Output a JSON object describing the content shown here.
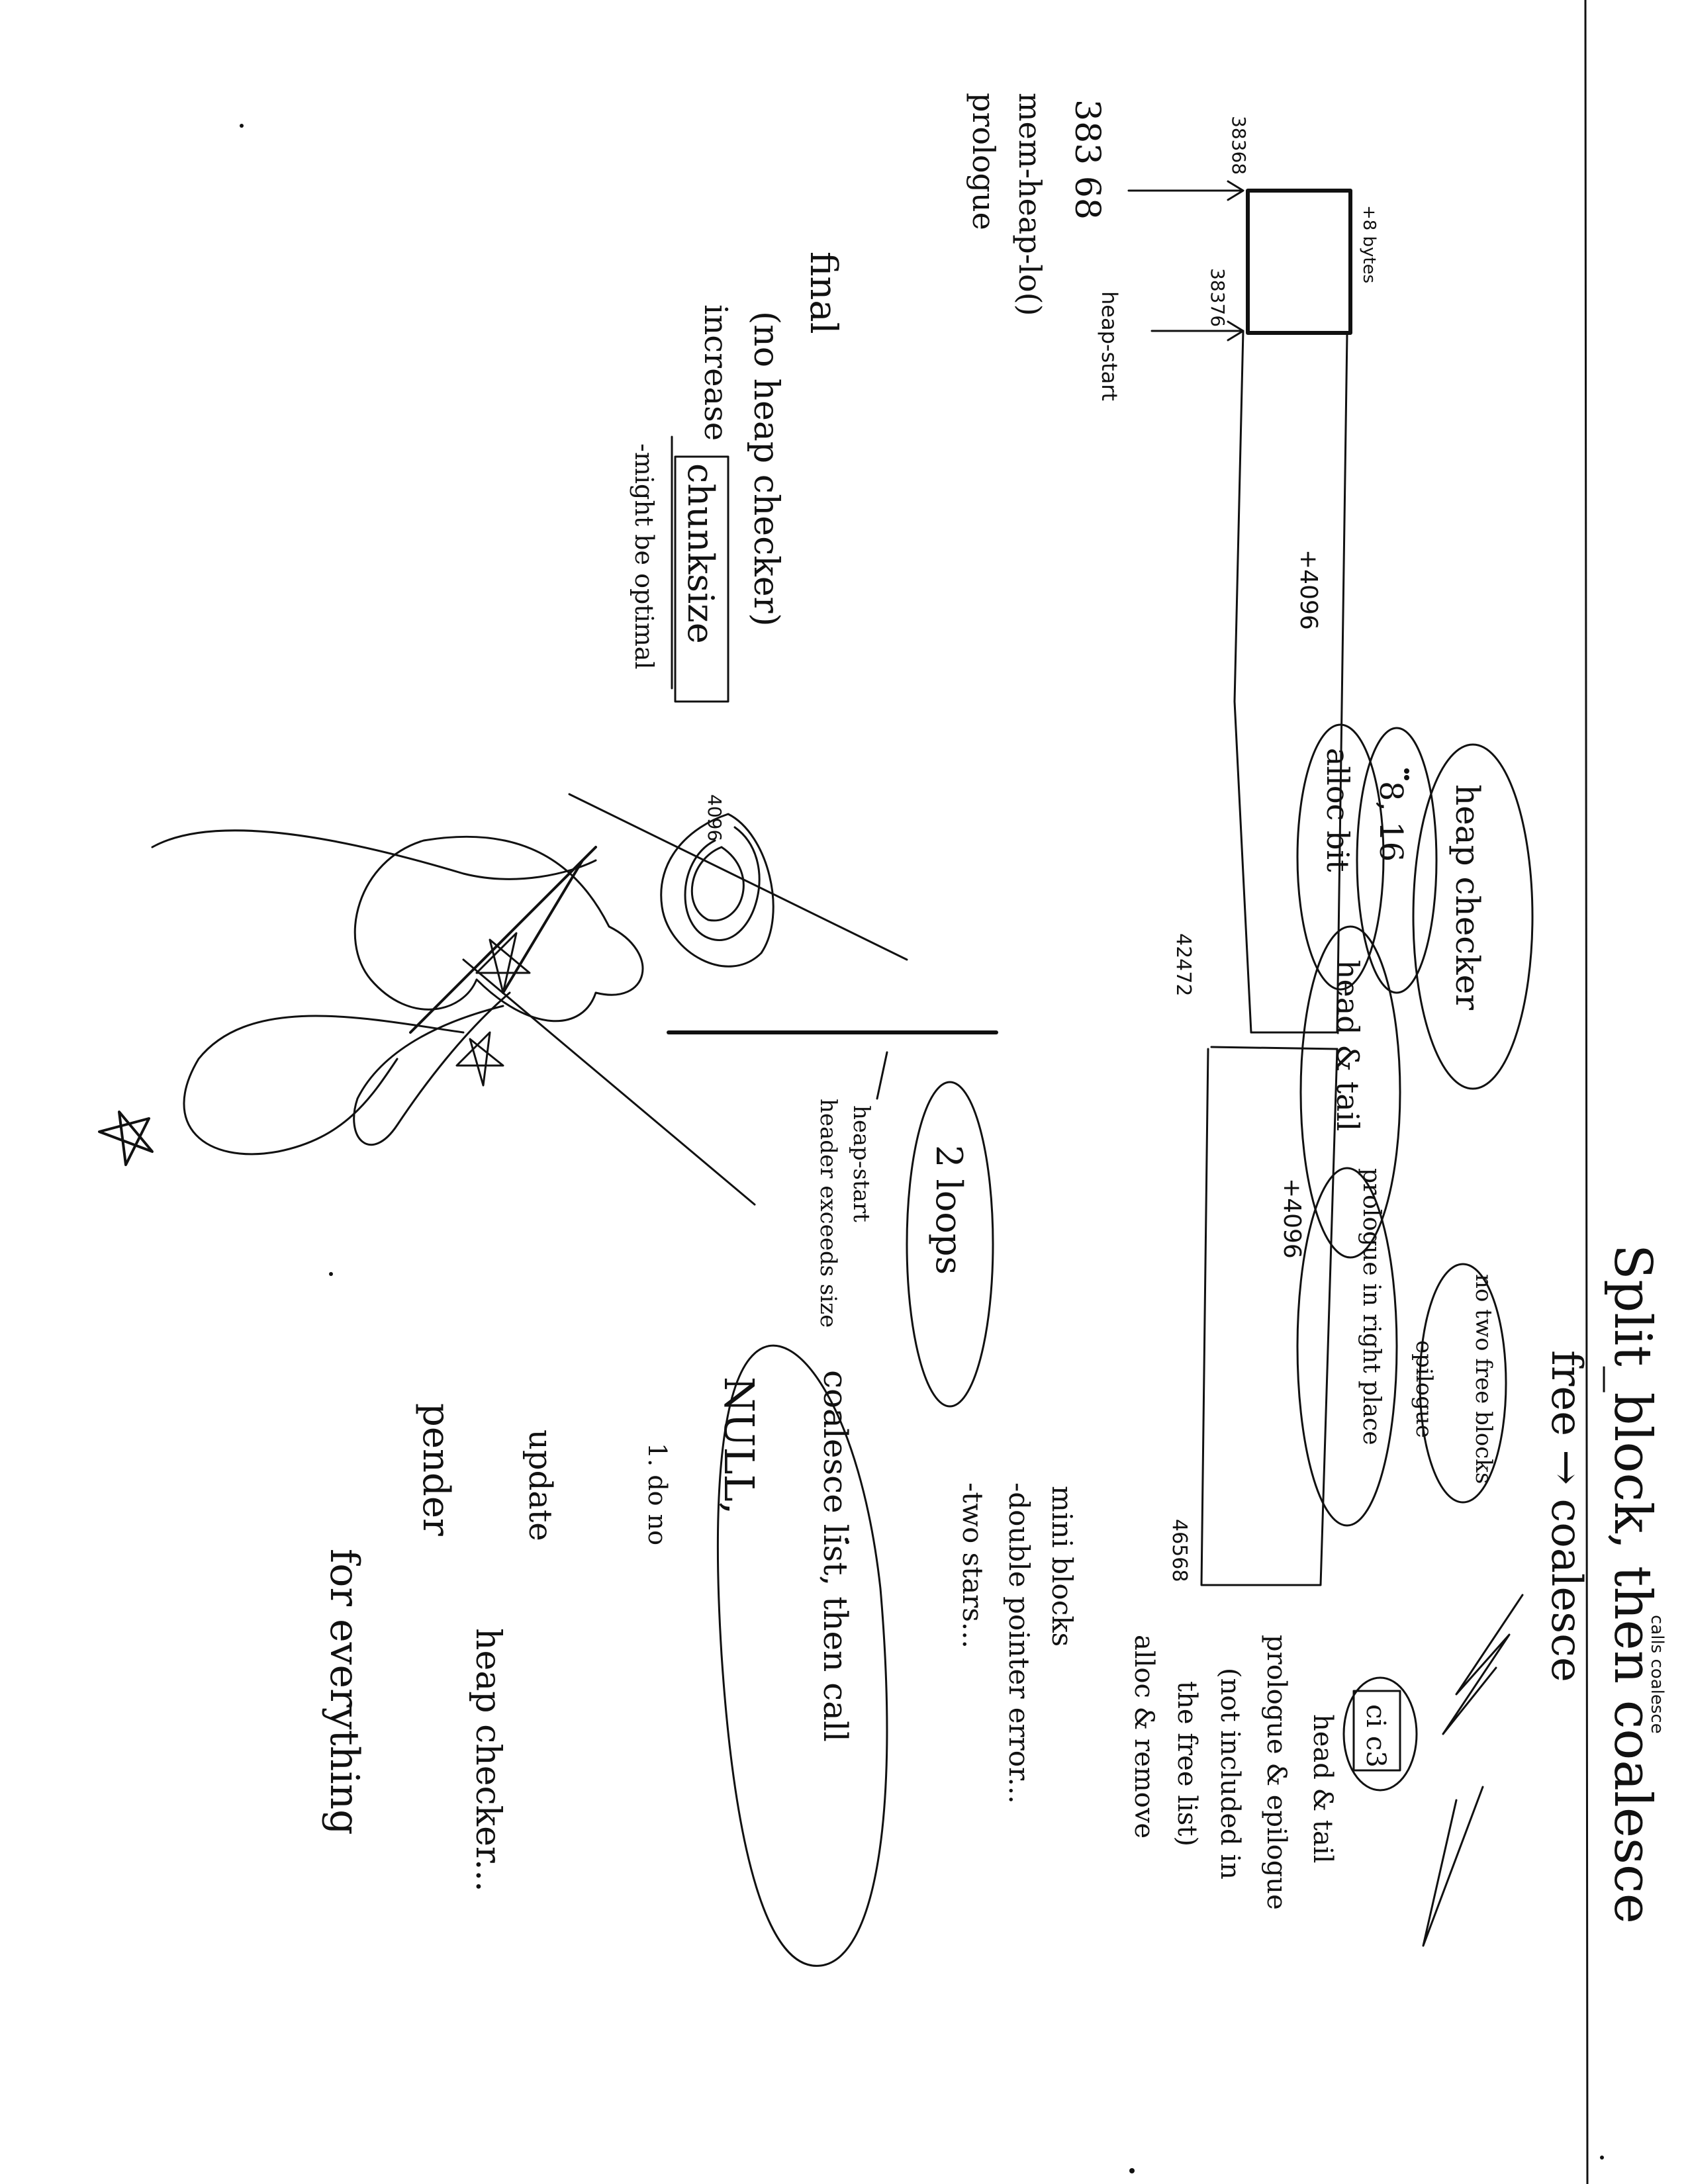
{
  "diagram": {
    "block_header_label": "+8 bytes",
    "addr_mem_heap_lo": "38368",
    "addr_heap_start": "38376",
    "label_heap_start": "heap-start",
    "chunk1_label": "+4096",
    "addr_chunk1_end": "42472",
    "chunk2_label": "+4096",
    "addr_chunk2_end": "46568",
    "left_addr": "383 68",
    "left_label1": "mem-heap-lo()",
    "left_label2": "prologue"
  },
  "notes": {
    "title_line1": "Split_block, then coalesce",
    "title_caption": "calls coalesce",
    "title_line2": "free → coalesce",
    "heap_checker": "heap checker",
    "item_8_16": "8, 16",
    "alloc_bit": "alloc bit",
    "head_tail": "head & tail",
    "prologue_right_place": "prologue in right place",
    "epilogue": "epilogue",
    "no_two_free": "no two free blocks",
    "ci_c3": "ci c3",
    "head_tail_prologue": "head & tail",
    "prologue_epilogue": "prologue & epilogue",
    "not_included": "(not included in",
    "the_free_list": "the free list)",
    "alloc_remove": "alloc & remove",
    "mini_blocks": "mini blocks",
    "double_pointer": "-double pointer error...",
    "two_stars": "-two stars...",
    "loops": "2 loops",
    "heap_start_note1": "heap-start",
    "heap_start_note2": "header exceeds size",
    "coalesce_list": "coalesce list, then call",
    "null_note": "NULL,",
    "do_no": "1. do no",
    "update": "update",
    "heap_checker2": "heap checker...",
    "pender": "pender",
    "for_everything": "for everything",
    "final": "final",
    "no_heap_checker": "(no heap checker)",
    "increase": "increase",
    "chunksize": "chunksize",
    "might_be_optimal": "-might be optimal",
    "scribble_value": "4096"
  }
}
